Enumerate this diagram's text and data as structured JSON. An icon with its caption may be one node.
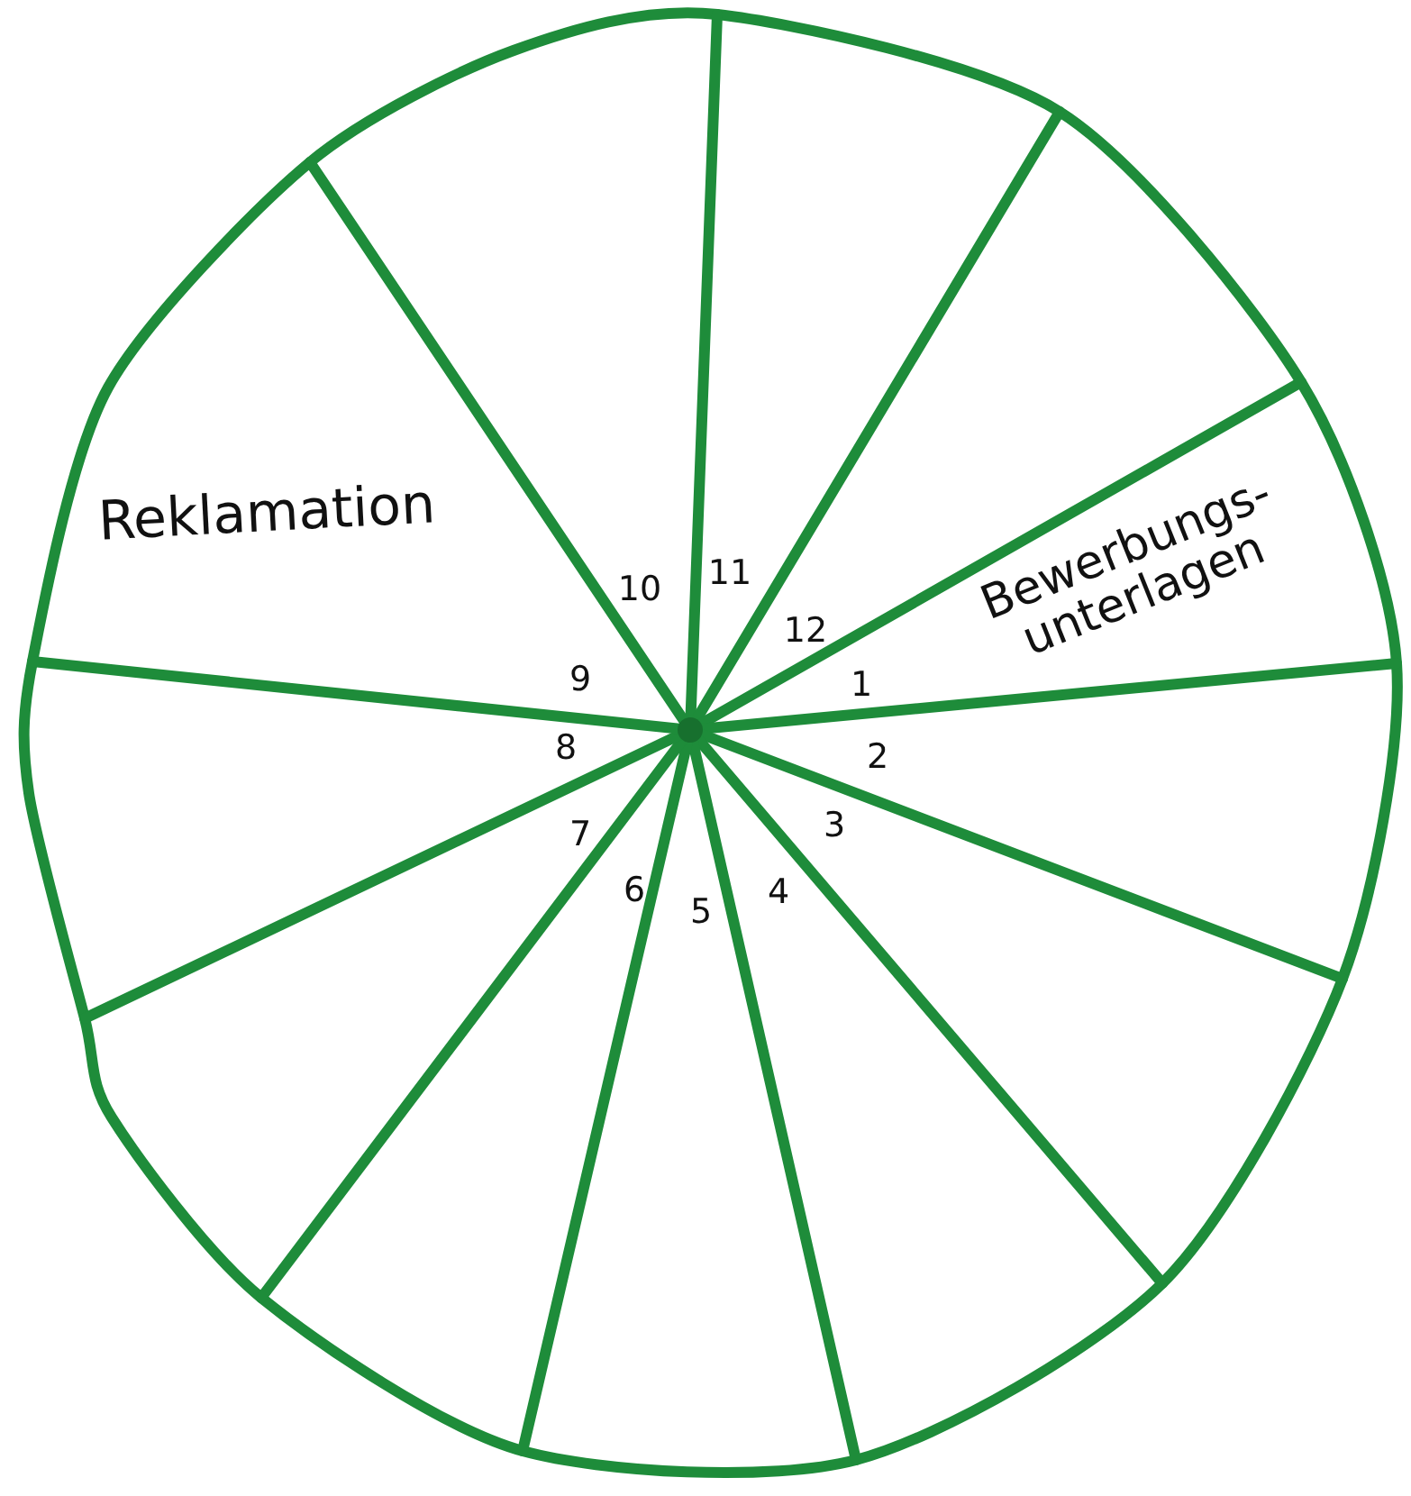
{
  "diagram": {
    "labels": [
      "Reklamation",
      "10",
      "11",
      "Bewerbungs- unterlagen",
      "12",
      "9",
      "1",
      "8",
      "2",
      "7",
      "3",
      "6",
      "5",
      "4"
    ]
  }
}
